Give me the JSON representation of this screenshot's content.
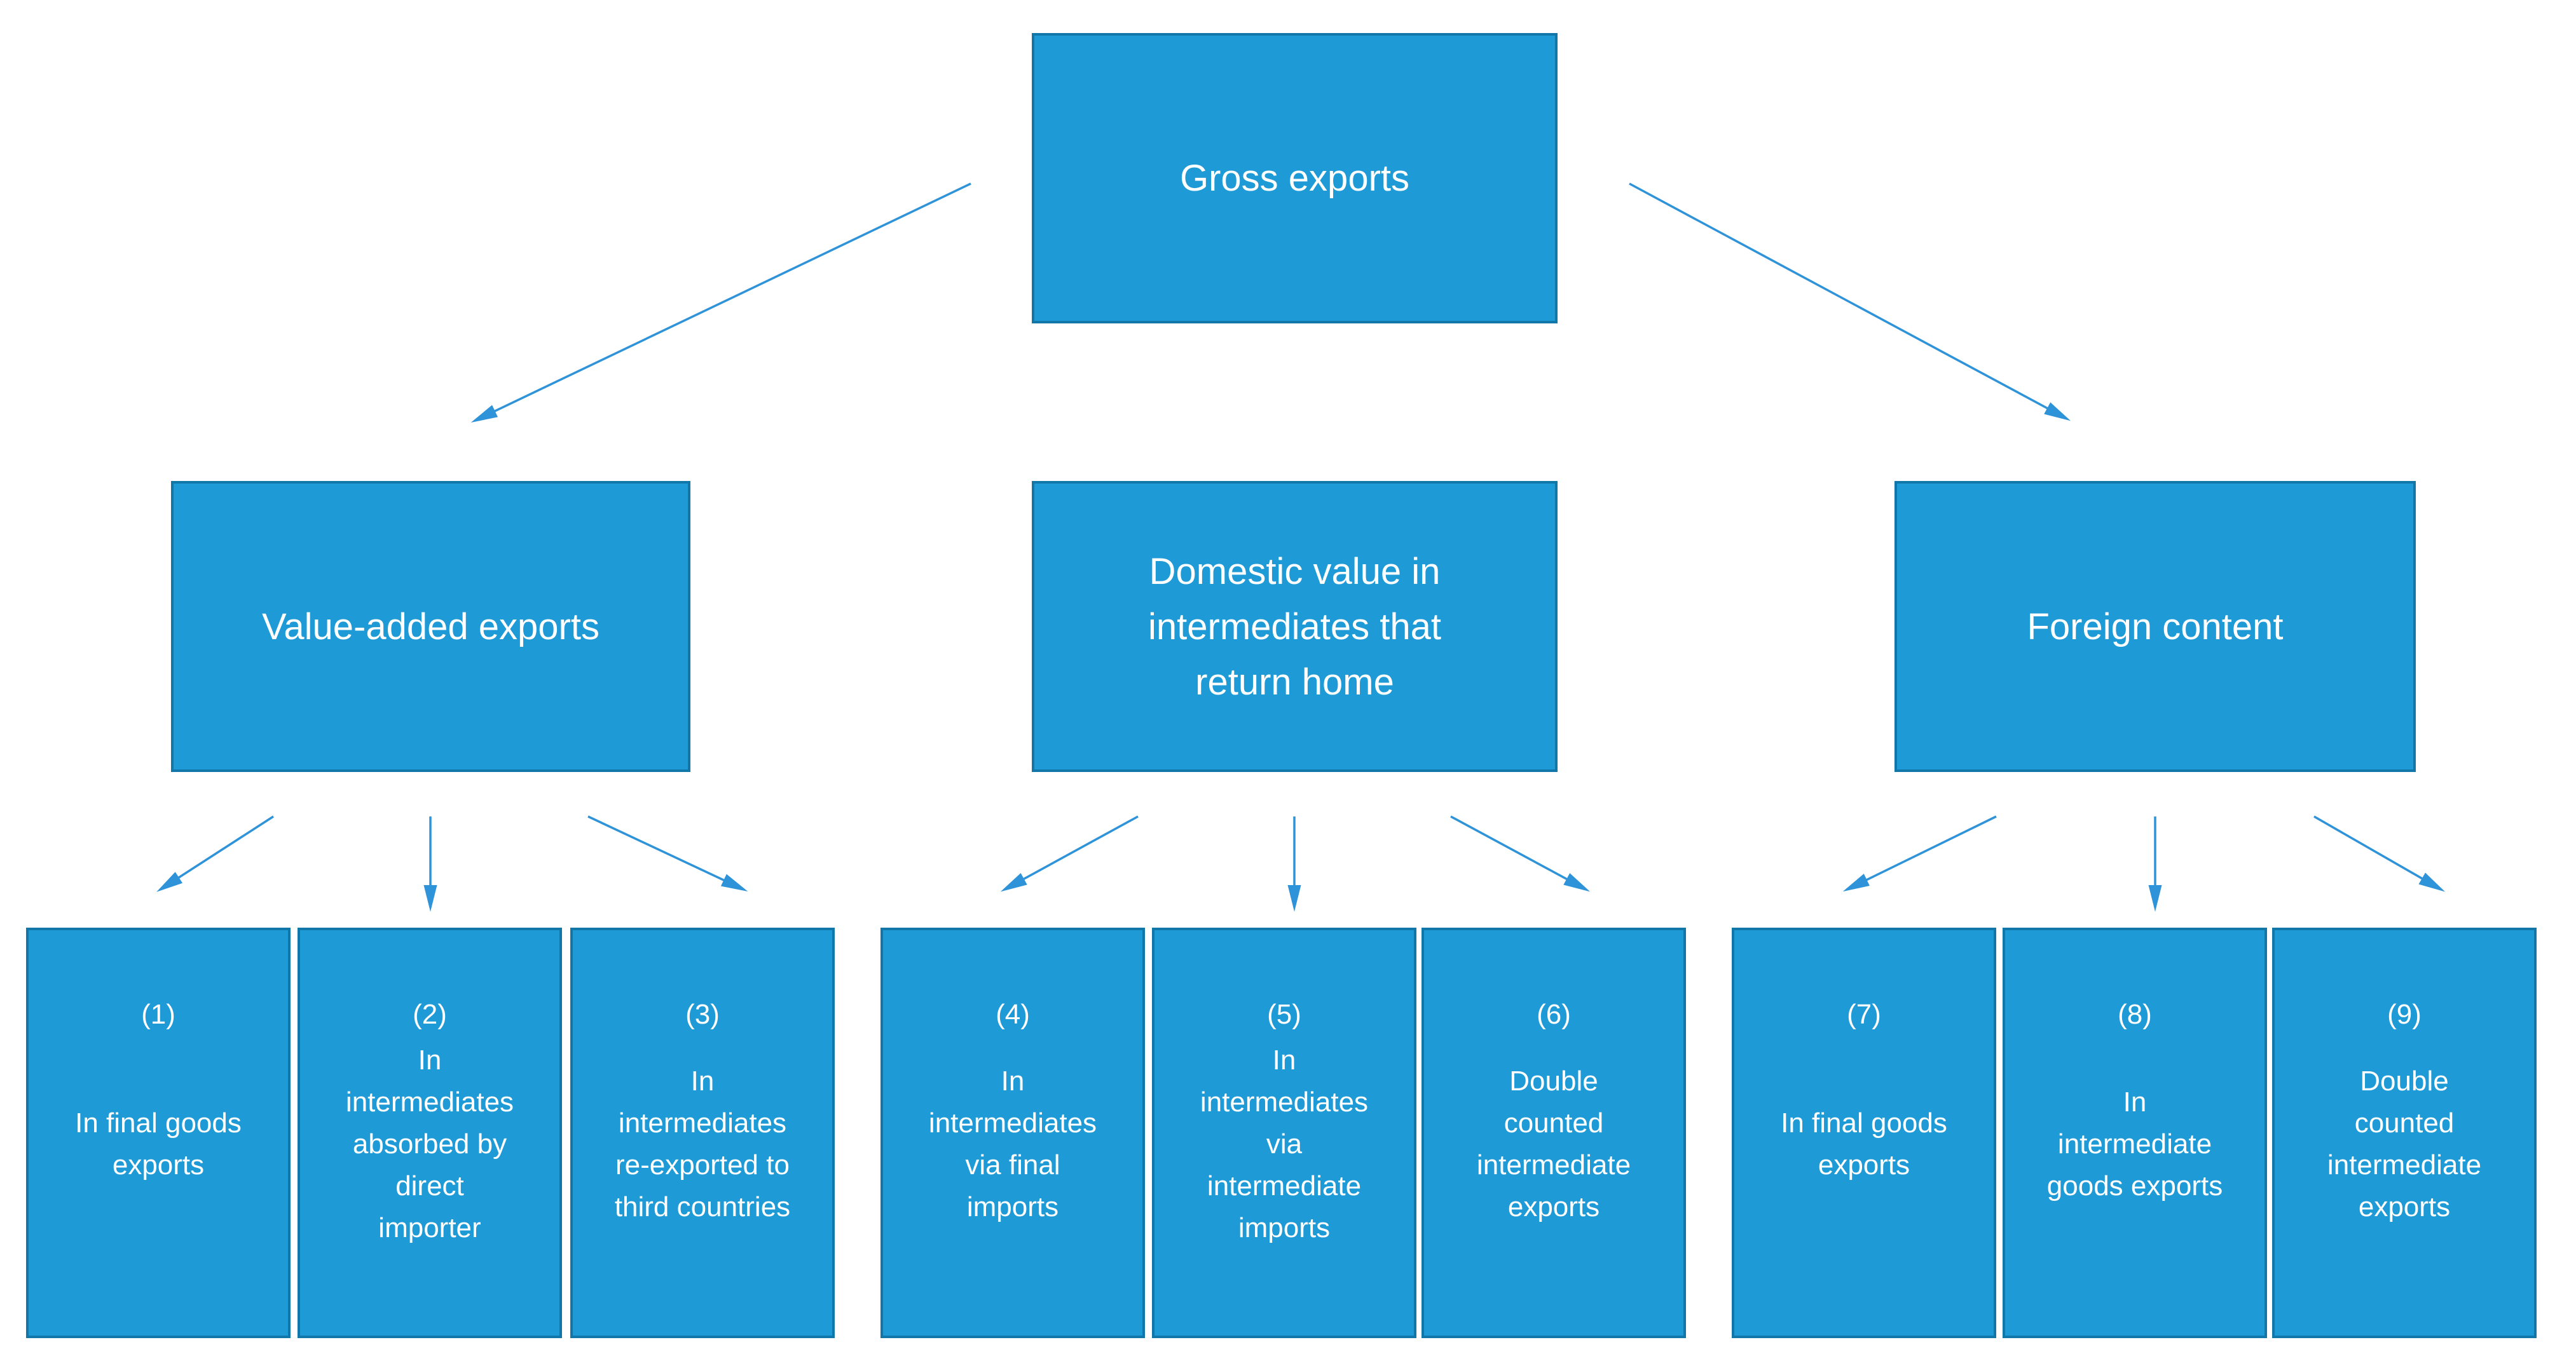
{
  "diagram": {
    "root": {
      "label": "Gross exports"
    },
    "level2": [
      {
        "label": "Value-added exports"
      },
      {
        "label": "Domestic value in\nintermediates that\nreturn home"
      },
      {
        "label": "Foreign content"
      }
    ],
    "level3": [
      {
        "number": "(1)",
        "label": "In final goods\nexports"
      },
      {
        "number": "(2)",
        "label": "In\nintermediates\nabsorbed by\ndirect\nimporter"
      },
      {
        "number": "(3)",
        "label": "In\nintermediates\nre-exported to\nthird countries"
      },
      {
        "number": "(4)",
        "label": "In\nintermediates\nvia final\nimports"
      },
      {
        "number": "(5)",
        "label": "In\nintermediates\nvia\nintermediate\nimports"
      },
      {
        "number": "(6)",
        "label": "Double\ncounted\nintermediate\nexports"
      },
      {
        "number": "(7)",
        "label": "In final goods\nexports"
      },
      {
        "number": "(8)",
        "label": "In\nintermediate\ngoods exports"
      },
      {
        "number": "(9)",
        "label": "Double\ncounted\nintermediate\nexports"
      }
    ],
    "colors": {
      "box_fill": "#1E9AD6",
      "box_border": "#1177A8",
      "arrow": "#2E93D8",
      "text": "#FFFFFF",
      "background": "#FFFFFF"
    }
  }
}
